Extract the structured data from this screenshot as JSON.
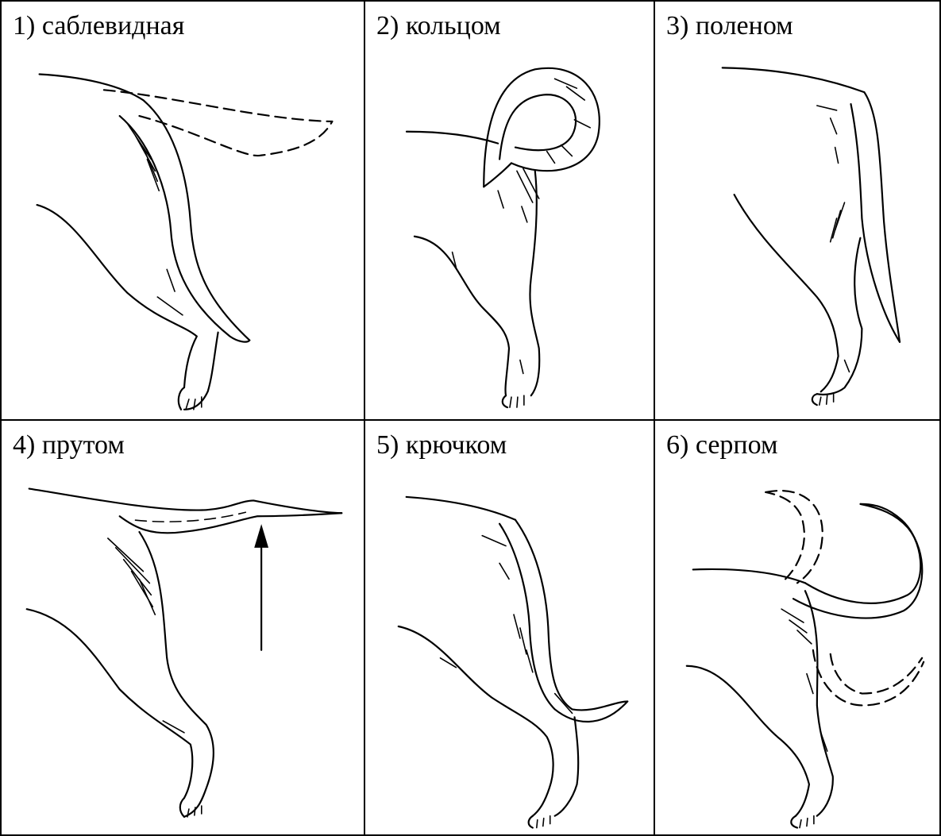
{
  "panels": [
    {
      "label": "1) саблевидная",
      "tail_type": "sabre"
    },
    {
      "label": "2) кольцом",
      "tail_type": "ring"
    },
    {
      "label": "3) поленом",
      "tail_type": "log"
    },
    {
      "label": "4) прутом",
      "tail_type": "rod"
    },
    {
      "label": "5) крючком",
      "tail_type": "hook"
    },
    {
      "label": "6) серпом",
      "tail_type": "sickle"
    }
  ]
}
